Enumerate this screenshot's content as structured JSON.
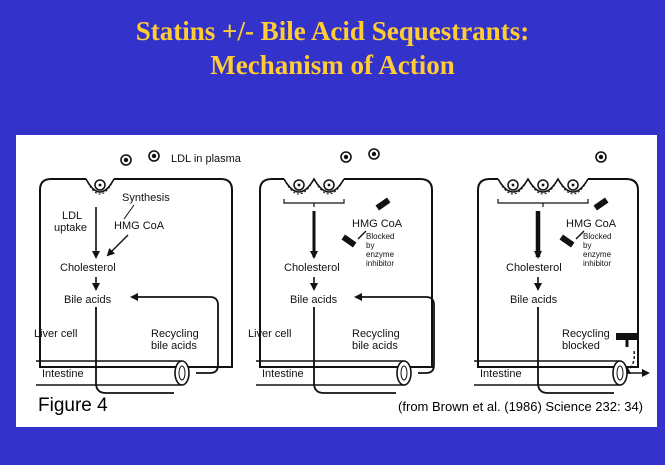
{
  "slide": {
    "title_line1": "Statins +/- Bile Acid Sequestrants:",
    "title_line2": "Mechanism of Action"
  },
  "figure": {
    "ldl_in_plasma": "LDL in plasma",
    "panel1": {
      "synthesis": "Synthesis",
      "ldl": "LDL",
      "uptake": "uptake",
      "hmg_coa": "HMG CoA",
      "cholesterol": "Cholesterol",
      "bile_acids": "Bile acids",
      "liver_cell": "Liver cell",
      "recycling_1": "Recycling",
      "recycling_2": "bile acids",
      "intestine": "Intestine"
    },
    "panel2": {
      "hmg_coa": "HMG CoA",
      "blocked_1": "Blocked",
      "blocked_2": "by",
      "blocked_3": "enzyme",
      "blocked_4": "inhibitor",
      "cholesterol": "Cholesterol",
      "bile_acids": "Bile acids",
      "liver_cell": "Liver cell",
      "recycling_1": "Recycling",
      "recycling_2": "bile acids",
      "intestine": "Intestine"
    },
    "panel3": {
      "hmg_coa": "HMG CoA",
      "blocked_1": "Blocked",
      "blocked_2": "by",
      "blocked_3": "enzyme",
      "blocked_4": "inhibitor",
      "cholesterol": "Cholesterol",
      "bile_acids": "Bile acids",
      "recycling_1": "Recycling",
      "recycling_2": "blocked",
      "intestine": "Intestine"
    },
    "label": "Figure 4",
    "credit": "(from Brown et al. (1986) Science 232: 34)"
  },
  "colors": {
    "background": "#3333cc",
    "title": "#ffcc33",
    "panel": "#ffffff",
    "ink": "#111111"
  }
}
